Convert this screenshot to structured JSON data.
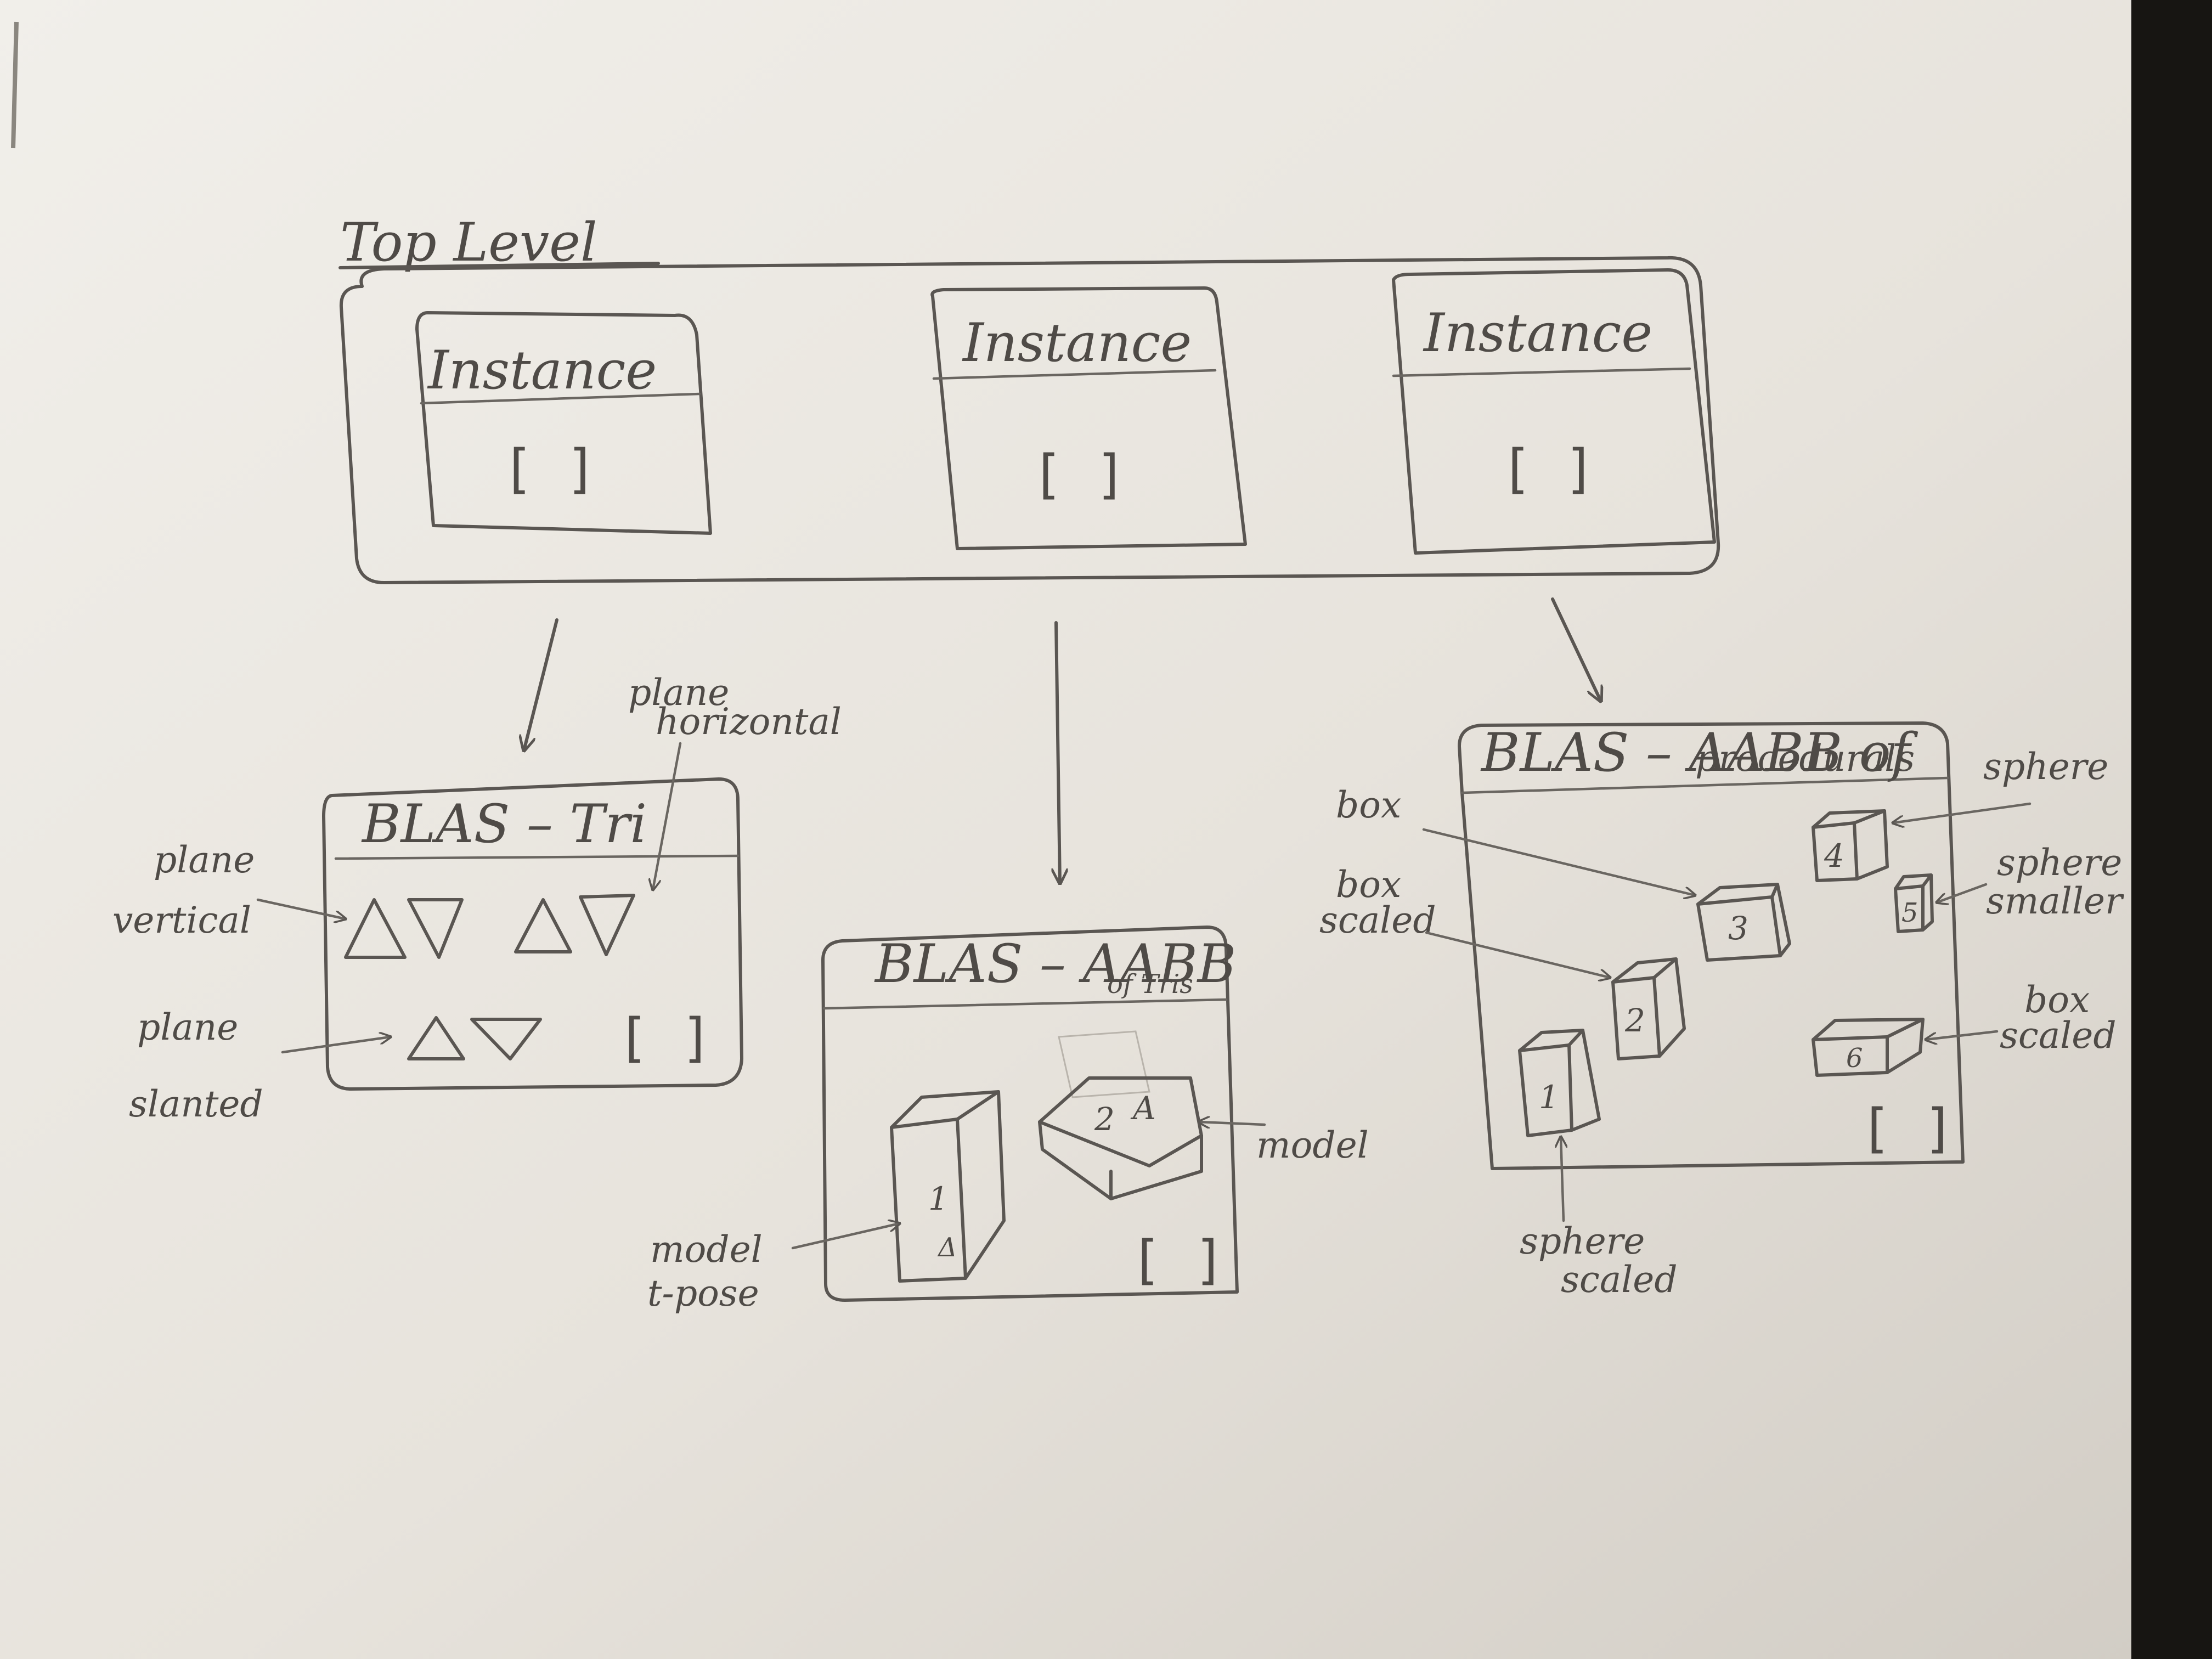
{
  "top_level": {
    "title": "Top Level",
    "instances": [
      {
        "title": "Instance",
        "content": "[ ]"
      },
      {
        "title": "Instance",
        "content": "[ ]"
      },
      {
        "title": "Instance",
        "content": "[ ]"
      }
    ]
  },
  "blas_tri": {
    "title": "BLAS – Tri",
    "empty_slot": "[ ]",
    "labels": {
      "plane_horizontal": [
        "plane",
        "horizontal"
      ],
      "plane_vertical": [
        "plane",
        "vertical"
      ],
      "plane_slanted": [
        "plane",
        "slanted"
      ]
    }
  },
  "blas_aabb_tris": {
    "title": "BLAS – AABB",
    "title_line2": "of Tris",
    "empty_slot": "[ ]",
    "items": [
      {
        "number": "1",
        "mark": "Δ"
      },
      {
        "number": "2",
        "mark": "A"
      }
    ],
    "labels": {
      "model_tpose": [
        "model",
        "t-pose"
      ],
      "model": "model"
    }
  },
  "blas_aabb_procedurals": {
    "title": "BLAS – AABB of",
    "title_line2": "procedurals",
    "empty_slot": "[ ]",
    "items": [
      "1",
      "2",
      "3",
      "4",
      "5",
      "6"
    ],
    "labels": {
      "box": "box",
      "box_scaled_left": [
        "box",
        "scaled"
      ],
      "sphere": "sphere",
      "sphere_smaller": [
        "sphere",
        "smaller"
      ],
      "box_scaled_right": [
        "box",
        "scaled"
      ],
      "sphere_scaled": [
        "sphere",
        "scaled"
      ]
    }
  }
}
